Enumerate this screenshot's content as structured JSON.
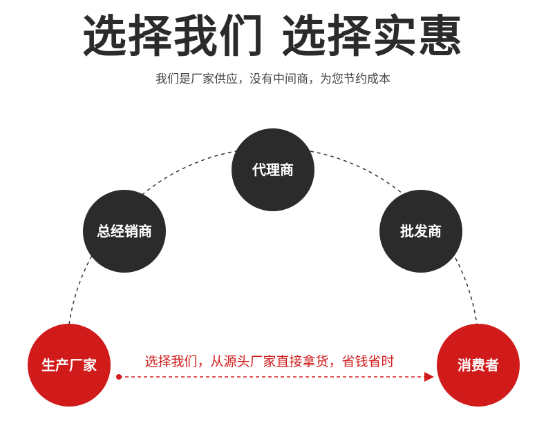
{
  "header": {
    "title": "选择我们 选择实惠",
    "subtitle": "我们是厂家供应，没有中间商，为您节约成本"
  },
  "colors": {
    "dark": "#2b2b2b",
    "accent": "#d11b1b",
    "dashed_line": "#333333"
  },
  "diagram": {
    "nodes": [
      {
        "id": "manufacturer",
        "label": "生产厂家",
        "style": "accent"
      },
      {
        "id": "general_distributor",
        "label": "总经销商",
        "style": "dark"
      },
      {
        "id": "agent",
        "label": "代理商",
        "style": "dark"
      },
      {
        "id": "wholesaler",
        "label": "批发商",
        "style": "dark"
      },
      {
        "id": "consumer",
        "label": "消费者",
        "style": "accent"
      }
    ],
    "direct_flow_label": "选择我们，从源头厂家直接拿货，省钱省时"
  }
}
